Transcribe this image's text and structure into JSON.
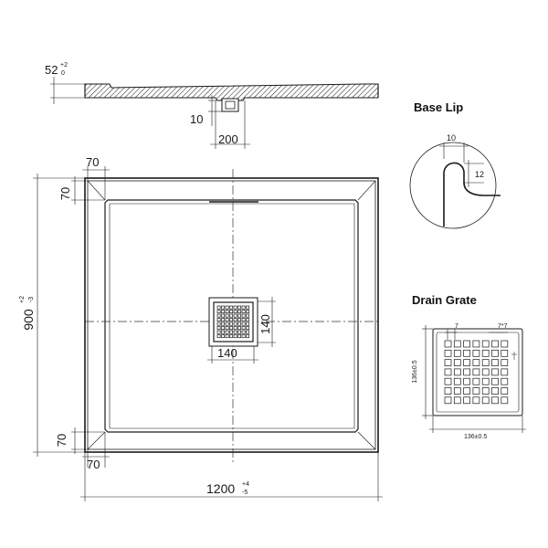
{
  "section_view": {
    "height_main": "52",
    "height_tol_plus": "+2",
    "height_tol_minus": "0",
    "outlet_height": "10",
    "outlet_width": "200"
  },
  "plan_view": {
    "rim_top": "70",
    "rim_left_top": "70",
    "rim_left_bottom": "70",
    "rim_bottom": "70",
    "drain_width": "140",
    "drain_height": "140",
    "width_main": "1200",
    "width_tol_plus": "+4",
    "width_tol_minus": "-5",
    "depth_main": "900",
    "depth_tol_plus": "+2",
    "depth_tol_minus": "-3"
  },
  "base_lip": {
    "title": "Base Lip",
    "dim_width": "10",
    "dim_height": "12"
  },
  "drain_grate": {
    "title": "Drain Grate",
    "hole_size": "7",
    "hole_pitch": "7*7",
    "height_label": "136±0.5",
    "width_label": "136±0.5"
  },
  "colors": {
    "line": "#1a1a1a",
    "centerline": "#333333"
  }
}
